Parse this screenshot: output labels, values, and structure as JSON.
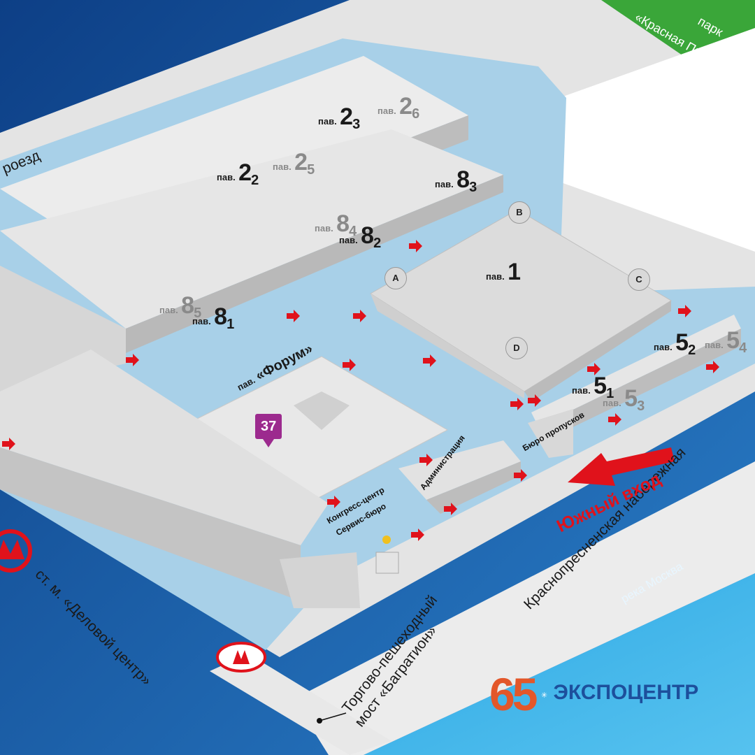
{
  "park": {
    "line1": "парк",
    "line2": "«Красная Пресня»"
  },
  "road_top": "роезд",
  "river": "река Москва",
  "embankment": "Краснопресненская набережная",
  "south_entrance": "Южный вход",
  "metro": "ст. м. «Деловой центр»",
  "bridge": {
    "line1": "Торгово-пешеходный",
    "line2": "мост «Багратион»"
  },
  "buildings": {
    "admin": "Администрация",
    "passes": "Бюро пропусков",
    "congress_1": "Конгресс-центр",
    "congress_2": "Сервис-бюро"
  },
  "pavilion_prefix": "пав.",
  "pavilions": {
    "p1": {
      "num": "1",
      "sub": ""
    },
    "p2_2": {
      "num": "2",
      "sub": "2"
    },
    "p2_3": {
      "num": "2",
      "sub": "3"
    },
    "p2_5": {
      "num": "2",
      "sub": "5"
    },
    "p2_6": {
      "num": "2",
      "sub": "6"
    },
    "p8_1": {
      "num": "8",
      "sub": "1"
    },
    "p8_2": {
      "num": "8",
      "sub": "2"
    },
    "p8_3": {
      "num": "8",
      "sub": "3"
    },
    "p8_4": {
      "num": "8",
      "sub": "4"
    },
    "p8_5": {
      "num": "8",
      "sub": "5"
    },
    "p5_1": {
      "num": "5",
      "sub": "1"
    },
    "p5_2": {
      "num": "5",
      "sub": "2"
    },
    "p5_3": {
      "num": "5",
      "sub": "3"
    },
    "p5_4": {
      "num": "5",
      "sub": "4"
    },
    "forum": "«Форум»"
  },
  "corners": [
    "A",
    "B",
    "C",
    "D"
  ],
  "stand_marker": "37",
  "logo": {
    "number": "65",
    "name": "ЭКСПОЦЕНТР"
  },
  "colors": {
    "territory": "#a8d0e8",
    "road": "#e2e2e2",
    "park": "#3aa639",
    "river": "#3fb6ea",
    "arrow": "#e0121b",
    "marker": "#9c2a8e",
    "metro_red": "#e0121b"
  }
}
